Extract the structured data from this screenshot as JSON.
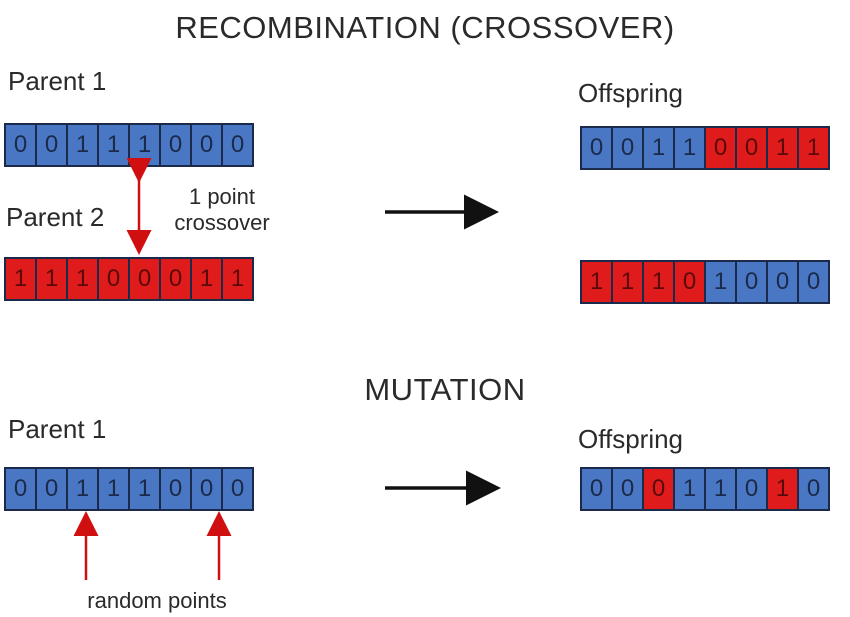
{
  "titles": {
    "recombination": "RECOMBINATION (CROSSOVER)",
    "mutation": "MUTATION"
  },
  "labels": {
    "parent1": "Parent 1",
    "parent2": "Parent 2",
    "offspring": "Offspring",
    "crossover_line1": "1 point",
    "crossover_line2": "crossover",
    "random_points": "random points"
  },
  "colors": {
    "blue": "#4a77c4",
    "red": "#e01b1b",
    "arrow": "#d01010"
  },
  "recombination": {
    "parent1": {
      "bits": [
        "0",
        "0",
        "1",
        "1",
        "1",
        "0",
        "0",
        "0"
      ],
      "colors": [
        "blue",
        "blue",
        "blue",
        "blue",
        "blue",
        "blue",
        "blue",
        "blue"
      ]
    },
    "parent2": {
      "bits": [
        "1",
        "1",
        "1",
        "0",
        "0",
        "0",
        "1",
        "1"
      ],
      "colors": [
        "red",
        "red",
        "red",
        "red",
        "red",
        "red",
        "red",
        "red"
      ]
    },
    "offspring1": {
      "bits": [
        "0",
        "0",
        "1",
        "1",
        "0",
        "0",
        "1",
        "1"
      ],
      "colors": [
        "blue",
        "blue",
        "blue",
        "blue",
        "red",
        "red",
        "red",
        "red"
      ]
    },
    "offspring2": {
      "bits": [
        "1",
        "1",
        "1",
        "0",
        "1",
        "0",
        "0",
        "0"
      ],
      "colors": [
        "red",
        "red",
        "red",
        "red",
        "blue",
        "blue",
        "blue",
        "blue"
      ]
    }
  },
  "mutation": {
    "parent1": {
      "bits": [
        "0",
        "0",
        "1",
        "1",
        "1",
        "0",
        "0",
        "0"
      ],
      "colors": [
        "blue",
        "blue",
        "blue",
        "blue",
        "blue",
        "blue",
        "blue",
        "blue"
      ]
    },
    "offspring": {
      "bits": [
        "0",
        "0",
        "0",
        "1",
        "1",
        "0",
        "1",
        "0"
      ],
      "colors": [
        "blue",
        "blue",
        "red",
        "blue",
        "blue",
        "blue",
        "red",
        "blue"
      ]
    }
  }
}
